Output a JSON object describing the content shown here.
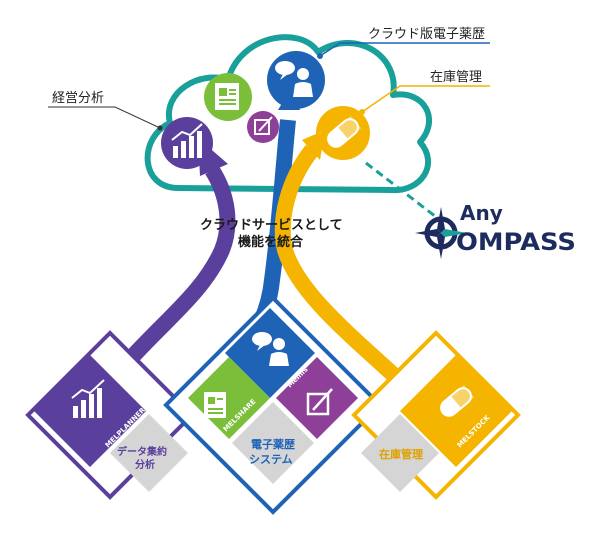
{
  "cloud": {
    "labels": {
      "management_analysis": "経営分析",
      "cloud_ehr": "クラウド版電子薬歴",
      "inventory": "在庫管理"
    },
    "center_text_line1": "クラウドサービスとして",
    "center_text_line2": "機能を統合"
  },
  "logo": {
    "line1": "Any",
    "line2": "OMPASS"
  },
  "products": {
    "planner": {
      "tag": "MELPLANNER",
      "caption_line1": "データ集約",
      "caption_line2": "分析"
    },
    "ehr": {
      "tag_share": "MELSHARE",
      "tag_top": "Melnis",
      "tag_right": "Melnis",
      "caption_line1": "電子薬歴",
      "caption_line2": "システム"
    },
    "stock": {
      "tag": "MELSTOCK",
      "caption": "在庫管理"
    }
  },
  "colors": {
    "purple": "#5b3f9c",
    "blue": "#1e63b5",
    "green": "#7bbe3a",
    "magenta": "#8e3f97",
    "yellow": "#f4b400",
    "teal": "#1aa09b",
    "gray": "#d5d5d5",
    "navy": "#1d2b5e"
  },
  "icons": [
    "bar-chart-icon",
    "document-icon",
    "edit-icon",
    "person-speech-icon",
    "pill-icon",
    "compass-star-icon"
  ]
}
